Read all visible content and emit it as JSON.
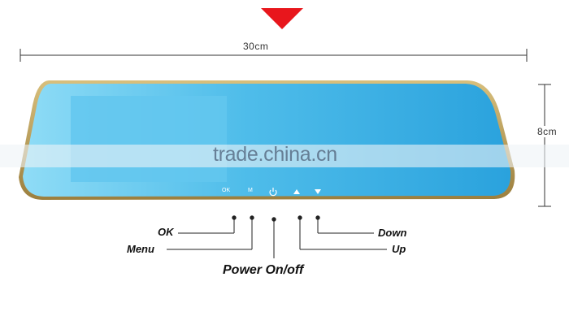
{
  "dimensions": {
    "width_label": "30cm",
    "height_label": "8cm"
  },
  "mirror_buttons": {
    "ok": "OK",
    "menu": "M"
  },
  "callouts": {
    "ok": "OK",
    "menu": "Menu",
    "power": "Power On/off",
    "up": "Up",
    "down": "Down"
  },
  "watermark": "trade.china.cn",
  "colors": {
    "pointer": "#e8161c",
    "mirror_glass": "#2ea8e2",
    "mirror_frame": "#b89a55",
    "screen_area": "#63c7ee",
    "watermark_band": "#eef3f7"
  },
  "icons": [
    "pointer-triangle",
    "power-icon",
    "up-arrow-icon",
    "down-arrow-icon"
  ]
}
